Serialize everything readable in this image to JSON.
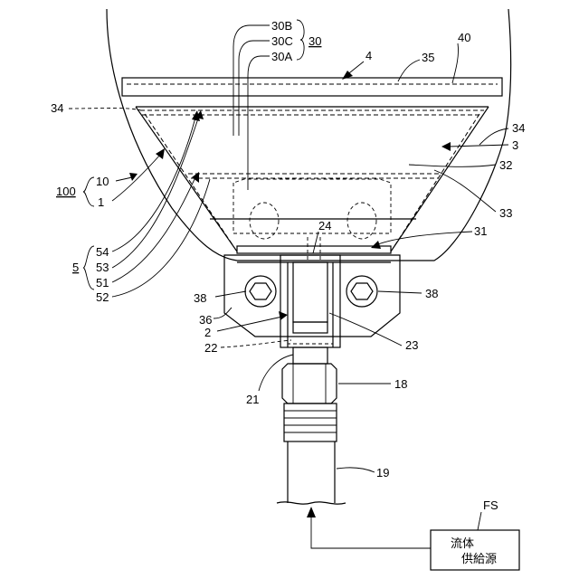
{
  "figure": {
    "reference_labels": {
      "r30B": "30B",
      "r30C": "30C",
      "r30": "30",
      "r30A": "30A",
      "r40": "40",
      "r4": "4",
      "r35": "35",
      "r34_left": "34",
      "r34_right": "34",
      "r3": "3",
      "r32": "32",
      "r33": "33",
      "r100": "100",
      "r10": "10",
      "r1": "1",
      "r54": "54",
      "r53": "53",
      "r5": "5",
      "r51": "51",
      "r52": "52",
      "r24": "24",
      "r31": "31",
      "r38_left": "38",
      "r38_right": "38",
      "r36": "36",
      "r2": "2",
      "r22": "22",
      "r23": "23",
      "r21": "21",
      "r18": "18",
      "r19": "19",
      "rFS": "FS"
    },
    "fluid_source_box": {
      "line1": "流体",
      "line2": "供給源"
    }
  }
}
